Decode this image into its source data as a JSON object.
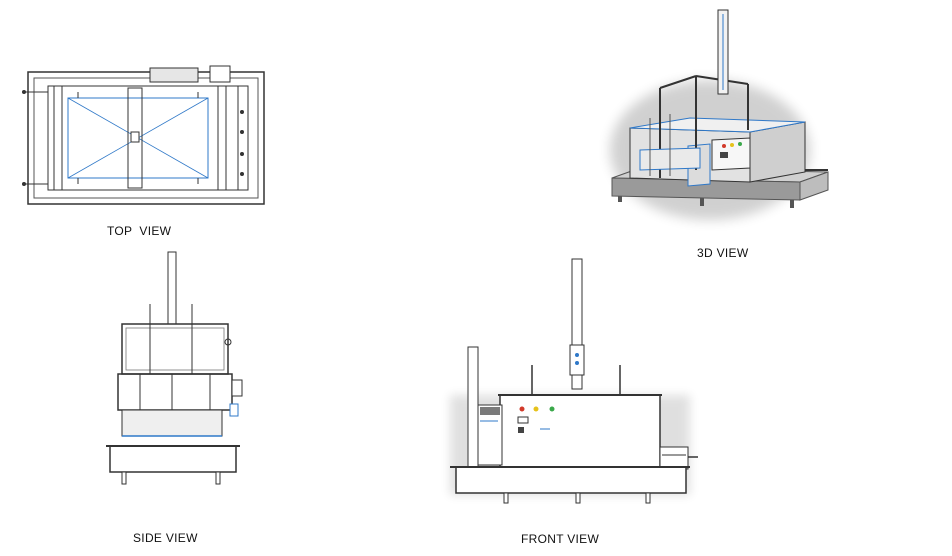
{
  "views": {
    "top": {
      "label": "TOP  VIEW"
    },
    "three_d": {
      "label": "3D VIEW"
    },
    "side": {
      "label": "SIDE VIEW"
    },
    "front": {
      "label": "FRONT VIEW"
    }
  },
  "colors": {
    "line": "#333333",
    "accent_blue": "#2f78c8",
    "panel_gray": "#d9d9d9",
    "dark_gray": "#7a7a7a",
    "button_red": "#d23a2a",
    "button_yellow": "#e6c21b",
    "button_green": "#3aa84a"
  }
}
